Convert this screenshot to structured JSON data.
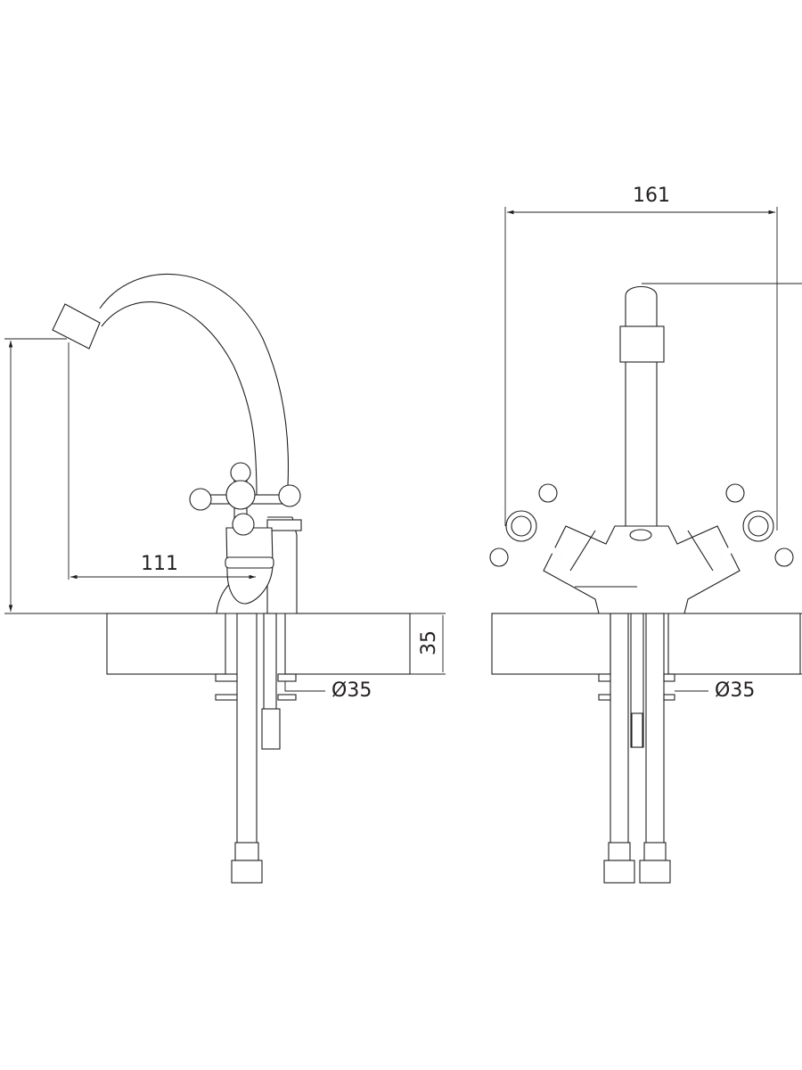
{
  "drawing": {
    "side_view": {
      "spout_reach_label": "111",
      "deck_thickness_label": "35",
      "hole_diameter_label": "Ø35"
    },
    "front_view": {
      "overall_width_label": "161",
      "hole_diameter_label": "Ø35"
    },
    "colors": {
      "line": "#231f20",
      "background": "#ffffff"
    }
  }
}
